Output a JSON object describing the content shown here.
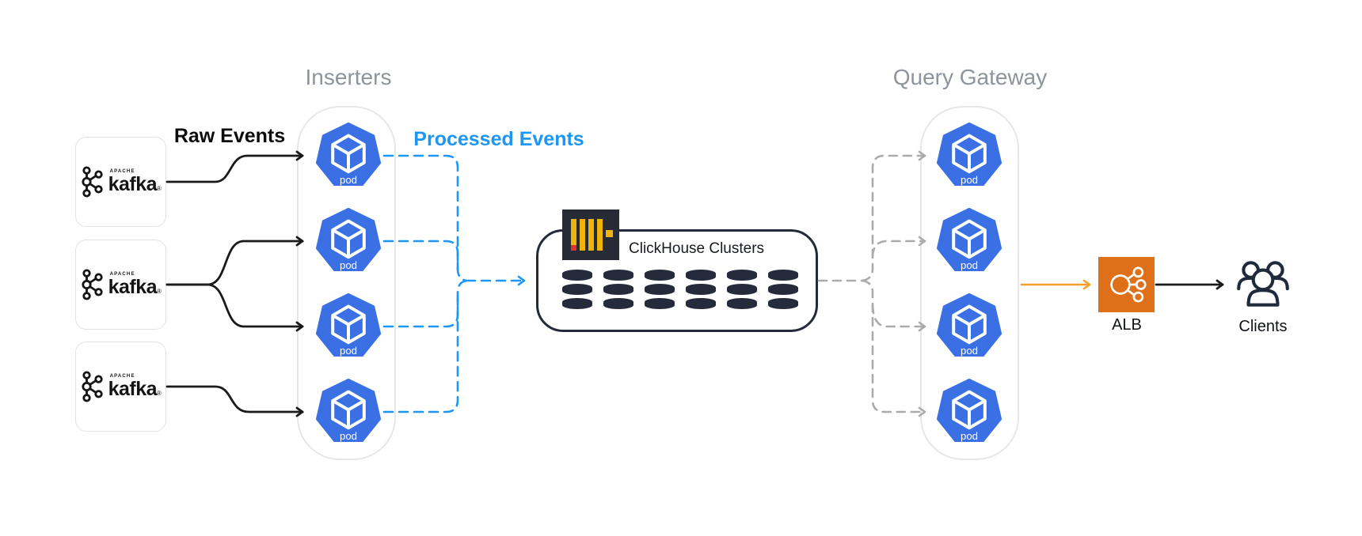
{
  "edges": {
    "raw_events_label": "Raw Events",
    "processed_events_label": "Processed Events"
  },
  "groups": {
    "inserters": {
      "title": "Inserters",
      "pod_count": 4
    },
    "query_gateway": {
      "title": "Query Gateway",
      "pod_count": 4
    }
  },
  "nodes": {
    "kafka": {
      "brand_small": "APACHE",
      "brand": "kafka",
      "registered": "®",
      "count": 3
    },
    "pod_label": "pod",
    "clickhouse": {
      "label": "ClickHouse Clusters",
      "db_cylinder_count": 6
    },
    "alb": {
      "label": "ALB"
    },
    "clients": {
      "label": "Clients"
    }
  },
  "colors": {
    "pod_blue": "#3B70E4",
    "accent_blue": "#1E96F5",
    "arrow_black": "#1A1A1A",
    "arrow_gray": "#ABABAB",
    "arrow_orange": "#F5A02C",
    "alb_orange": "#DD7018",
    "dark_navy": "#252B3B",
    "clickhouse_yellow": "#EFB309",
    "clickhouse_red": "#E0342B",
    "title_gray": "#8F949C"
  }
}
